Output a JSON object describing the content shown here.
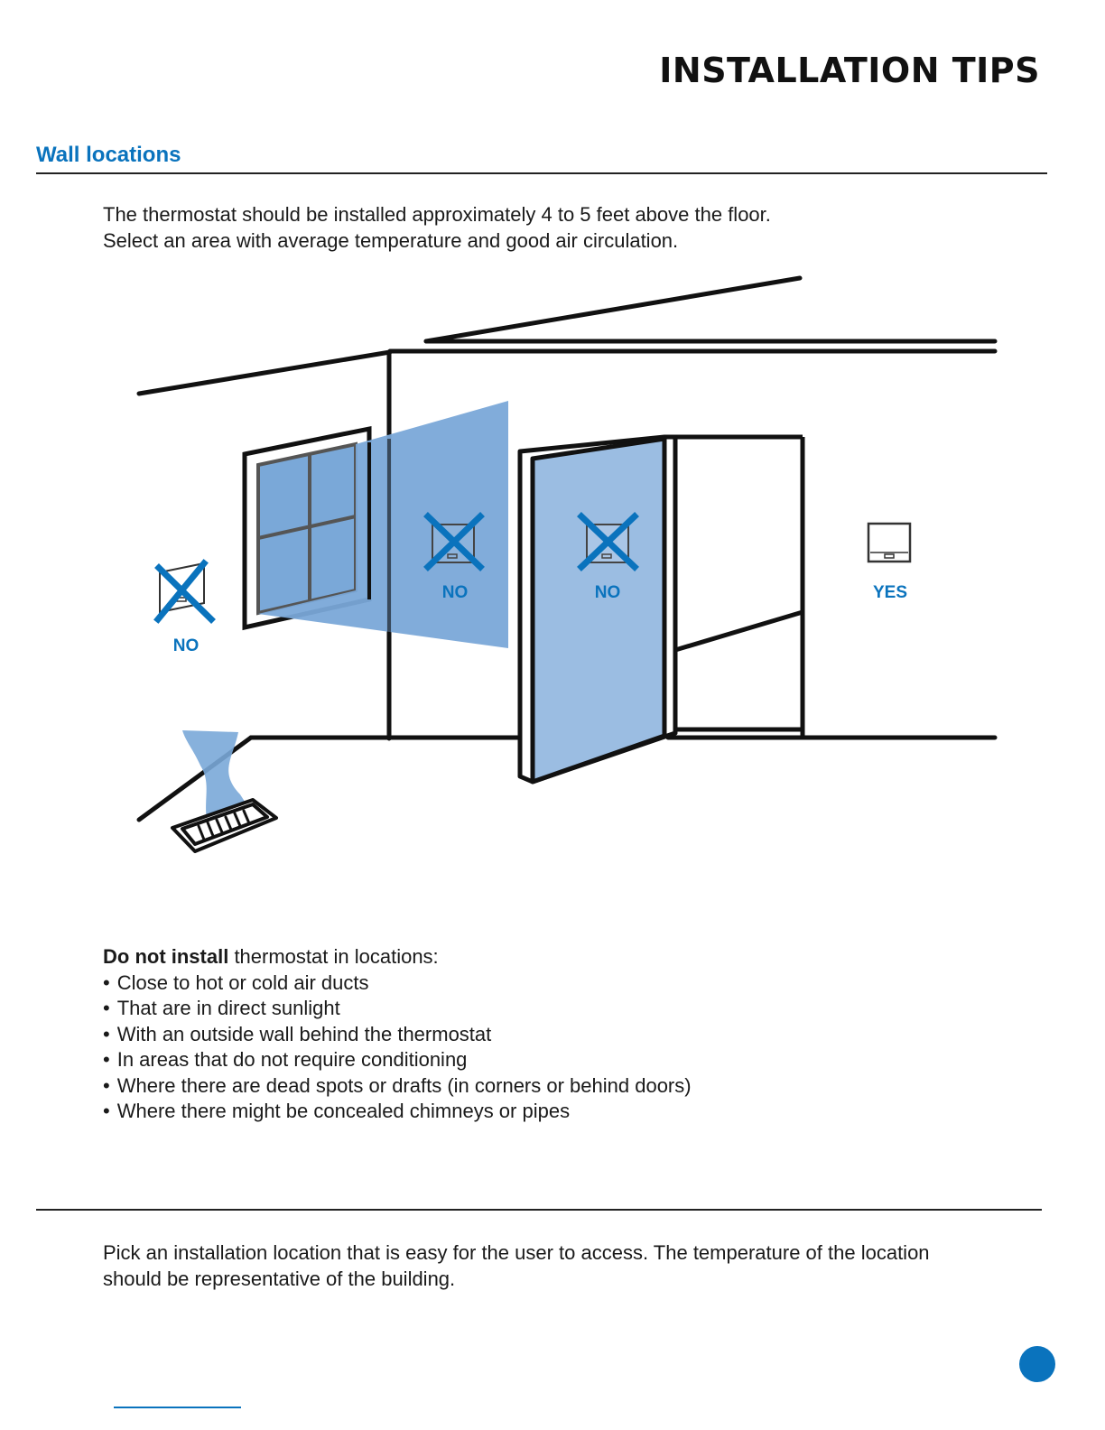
{
  "header": {
    "title": "INSTALLATION TIPS"
  },
  "section": {
    "heading": "Wall locations"
  },
  "intro": {
    "line1": "The thermostat should be installed approximately 4 to 5 feet above the floor.",
    "line2": "Select an area with average temperature and good air circulation."
  },
  "illustration": {
    "labels": {
      "wall_corner": "NO",
      "sunlight": "NO",
      "behind_door": "NO",
      "good_spot": "YES"
    },
    "colors": {
      "accent": "#0a73bd",
      "light_blue": "#7aa8d8",
      "lighter_blue": "#9bbde2",
      "line": "#111111"
    }
  },
  "warnings": {
    "lead_bold": "Do not install",
    "lead_rest": " thermostat in locations:",
    "items": [
      "Close to hot or cold air ducts",
      "That are in direct sunlight",
      "With an outside wall behind the thermostat",
      "In areas that do not require conditioning",
      "Where there are dead spots or drafts (in corners or behind doors)",
      "Where there might be concealed chimneys or pipes"
    ]
  },
  "footer": {
    "line1": "Pick an installation location that is easy for the user to access. The temperature of the location",
    "line2": "should be representative of the building."
  }
}
